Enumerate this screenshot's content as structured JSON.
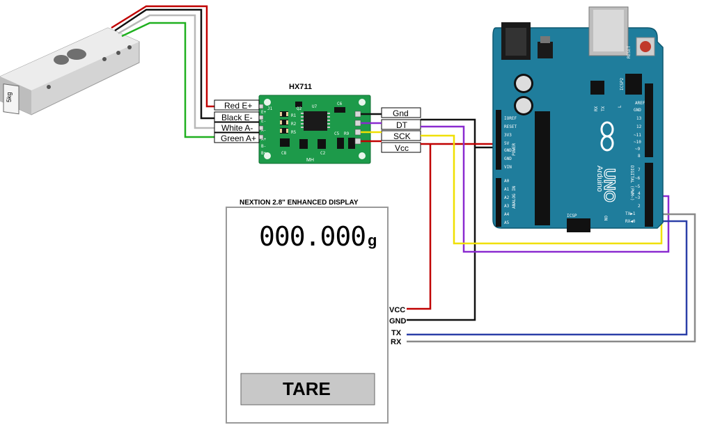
{
  "loadcell": {
    "capacity_label": "5kg"
  },
  "hx711": {
    "title": "HX711",
    "left_pins": [
      "Red E+",
      "Black E-",
      "White A-",
      "Green A+"
    ],
    "right_pins": [
      "Gnd",
      "DT",
      "SCK",
      "Vcc"
    ],
    "silk": {
      "j1": "J1",
      "q2": "Q2",
      "u7": "U7",
      "c6": "C6",
      "r1": "R1",
      "r2": "R2",
      "r5": "R5",
      "r9": "R9",
      "c5": "C5",
      "c8": "C8",
      "c2": "C2",
      "mh": "MH",
      "eplus": "E+",
      "eminus": "E-",
      "aminus": "A-",
      "aplus": "A+",
      "bminus": "B-",
      "bplus": "B+"
    }
  },
  "display": {
    "caption": "NEXTION 2.8\" ENHANCED DISPLAY",
    "reading": "000.000",
    "unit": "g",
    "button": "TARE",
    "pins": [
      "VCC",
      "GND",
      "TX",
      "RX"
    ]
  },
  "arduino": {
    "brand": "Arduino",
    "model": "UNO",
    "reset": "RESET",
    "icsp2": "ICSP2",
    "icsp": "ICSP",
    "aref": "AREF",
    "tx_led": "TX",
    "rx_led": "RX",
    "l_led": "L",
    "on_led": "ON",
    "digital_label": "DIGITAL (PWM~)",
    "power_label": "POWER",
    "analog_label": "ANALOG IN",
    "power_pins": [
      "IOREF",
      "RESET",
      "3V3",
      "5V",
      "GND",
      "GND",
      "VIN"
    ],
    "analog_pins": [
      "A0",
      "A1",
      "A2",
      "A3",
      "A4",
      "A5"
    ],
    "digital_top": [
      "AREF",
      "GND",
      "13",
      "12",
      "~11",
      "~10",
      "~9",
      "8"
    ],
    "digital_bottom": [
      "7",
      "~6",
      "~5",
      "4",
      "~3",
      "2",
      "TX▶1",
      "RX◀0"
    ]
  },
  "colors": {
    "red": "#c00000",
    "black": "#111111",
    "white_wire": "#b8b8b8",
    "green": "#1fb01f",
    "yellow": "#f0e000",
    "purple": "#8a2bd0",
    "blue": "#2b3fa8",
    "gray": "#8a8a8a",
    "pcb_green": "#1d9a4a",
    "arduino_teal": "#1f7d9c"
  }
}
